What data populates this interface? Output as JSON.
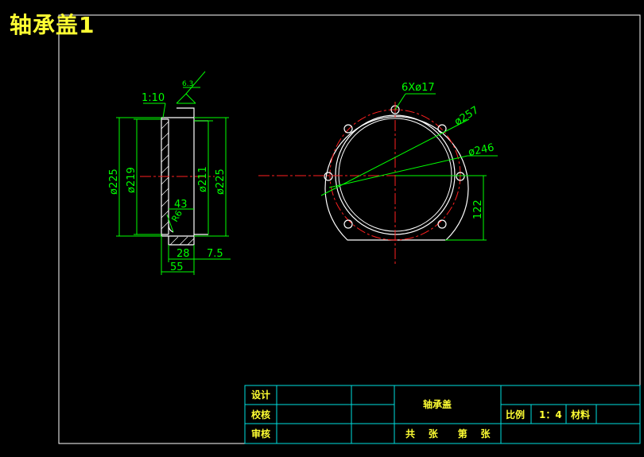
{
  "title": "轴承盖1",
  "colors": {
    "background": "#000000",
    "outline": "#ffffff",
    "dimension": "#00ff00",
    "center_line": "#ff2020",
    "title_text": "#ffff33",
    "block_text": "#ffff33",
    "block_line": "#00e0e0"
  },
  "side_view": {
    "taper": "1:10",
    "roughness": "6.3",
    "outer_diameter_left": "ø225",
    "inner_diameter": "ø219",
    "bore_diameter": "ø211",
    "outer_diameter_right": "ø225",
    "depth": "43",
    "fillet": "R6",
    "flange_width": "28",
    "lip": "7.5",
    "total_width": "55"
  },
  "front_view": {
    "holes": "6Xø17",
    "flange_diameter": "ø257",
    "pitch_diameter": "ø246",
    "height": "122"
  },
  "title_block": {
    "design": "设计",
    "check": "校核",
    "review": "审核",
    "part_name": "轴承盖",
    "scale_label": "比例",
    "scale_value": "1：4",
    "material_label": "材料",
    "sheets": "共    张      第    张"
  }
}
